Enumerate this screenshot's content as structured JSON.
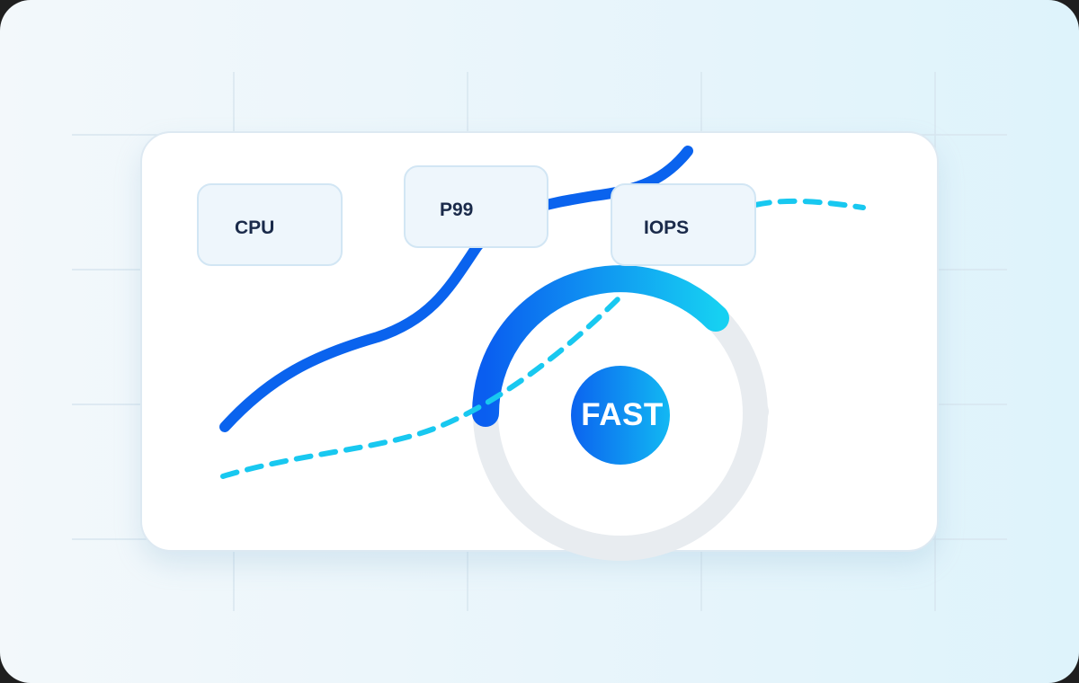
{
  "chips": {
    "cpu": "CPU",
    "p99": "P99",
    "iops": "IOPS"
  },
  "badge": {
    "label": "FAST"
  },
  "gauge": {
    "level": 0.4
  },
  "colors": {
    "solid_line": "#0a63ee",
    "dashed_line": "#18c8f0",
    "gauge_track": "#e8ecf0",
    "gauge_start": "#0a5ef0",
    "gauge_end": "#16d0f2",
    "chip_text": "#1a2a4a"
  }
}
